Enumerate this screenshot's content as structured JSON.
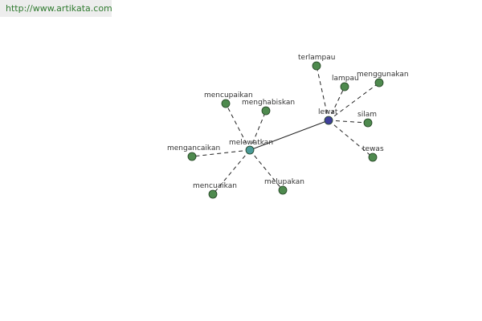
{
  "header": {
    "url": "http://www.artikata.com"
  },
  "colors": {
    "leaf_node": "#4e8a4e",
    "hub_melewatkan": "#4a9a98",
    "hub_lewat": "#3f3f9a",
    "edge": "#222222"
  },
  "graph": {
    "nodes": [
      {
        "id": "melewatkan",
        "label": "melewatkan",
        "role": "hub",
        "color_key": "hub_melewatkan"
      },
      {
        "id": "lewat",
        "label": "lewat",
        "role": "hub",
        "color_key": "hub_lewat"
      },
      {
        "id": "mencupaikan",
        "label": "mencupaikan",
        "role": "leaf",
        "color_key": "leaf_node"
      },
      {
        "id": "menghabiskan",
        "label": "menghabiskan",
        "role": "leaf",
        "color_key": "leaf_node"
      },
      {
        "id": "mengancaikan",
        "label": "mengancaikan",
        "role": "leaf",
        "color_key": "leaf_node"
      },
      {
        "id": "mencuaikan",
        "label": "mencuaikan",
        "role": "leaf",
        "color_key": "leaf_node"
      },
      {
        "id": "melupakan",
        "label": "melupakan",
        "role": "leaf",
        "color_key": "leaf_node"
      },
      {
        "id": "terlampau",
        "label": "terlampau",
        "role": "leaf",
        "color_key": "leaf_node"
      },
      {
        "id": "lampau",
        "label": "lampau",
        "role": "leaf",
        "color_key": "leaf_node"
      },
      {
        "id": "menggunakan",
        "label": "menggunakan",
        "role": "leaf",
        "color_key": "leaf_node"
      },
      {
        "id": "silam",
        "label": "silam",
        "role": "leaf",
        "color_key": "leaf_node"
      },
      {
        "id": "tewas",
        "label": "tewas",
        "role": "leaf",
        "color_key": "leaf_node"
      }
    ],
    "edges": [
      {
        "from": "melewatkan",
        "to": "lewat",
        "style": "solid"
      },
      {
        "from": "melewatkan",
        "to": "mencupaikan",
        "style": "dashed"
      },
      {
        "from": "melewatkan",
        "to": "menghabiskan",
        "style": "dashed"
      },
      {
        "from": "melewatkan",
        "to": "mengancaikan",
        "style": "dashed"
      },
      {
        "from": "melewatkan",
        "to": "mencuaikan",
        "style": "dashed"
      },
      {
        "from": "melewatkan",
        "to": "melupakan",
        "style": "dashed"
      },
      {
        "from": "lewat",
        "to": "terlampau",
        "style": "dashed"
      },
      {
        "from": "lewat",
        "to": "lampau",
        "style": "dashed"
      },
      {
        "from": "lewat",
        "to": "menggunakan",
        "style": "dashed"
      },
      {
        "from": "lewat",
        "to": "silam",
        "style": "dashed"
      },
      {
        "from": "lewat",
        "to": "tewas",
        "style": "dashed"
      }
    ]
  }
}
